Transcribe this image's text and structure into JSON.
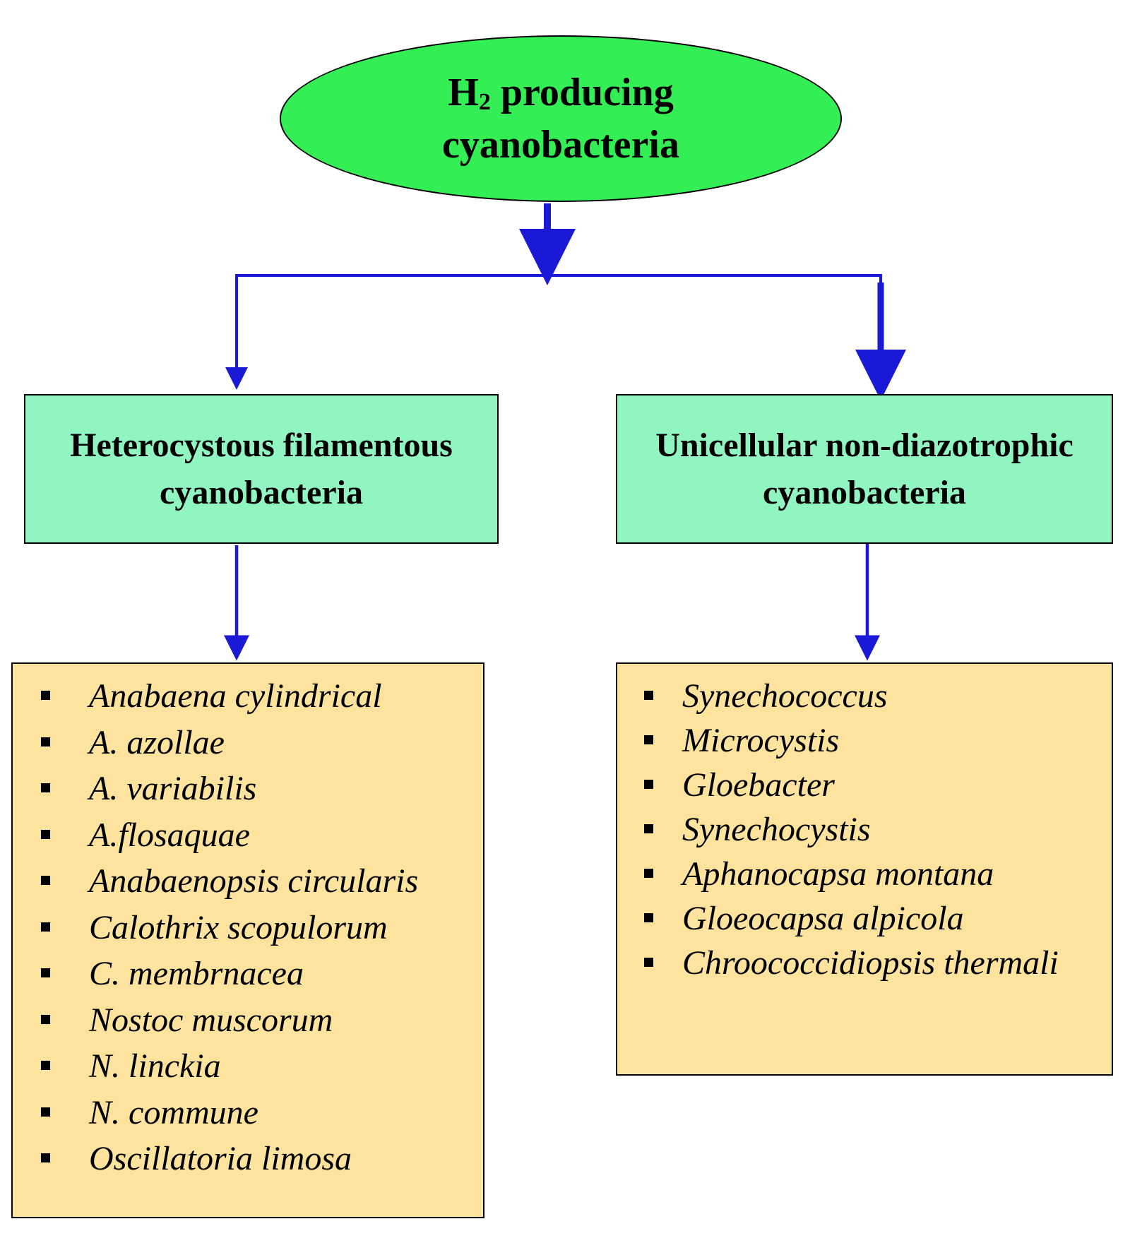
{
  "root": {
    "line1_prefix": "H",
    "line1_subscript": "2",
    "line1_suffix": " producing",
    "line2": "cyanobacteria"
  },
  "categories": [
    {
      "label": "Heterocystous filamentous cyanobacteria",
      "species": [
        "Anabaena cylindrical",
        "A. azollae",
        "A. variabilis",
        "A.flosaquae",
        "Anabaenopsis circularis",
        "Calothrix scopulorum",
        "C. membrnacea",
        "Nostoc muscorum",
        "N. linckia",
        "N. commune",
        "Oscillatoria limosa"
      ]
    },
    {
      "label": "Unicellular non-diazotrophic cyanobacteria",
      "species": [
        "Synechococcus",
        "Microcystis",
        "Gloebacter",
        "Synechocystis",
        "Aphanocapsa montana",
        "Gloeocapsa alpicola",
        "Chroococcidiopsis thermali"
      ]
    }
  ],
  "colors": {
    "root_fill": "#33ee55",
    "category_fill": "#90f5c0",
    "species_fill": "#fde39d",
    "connector": "#1a1ad6"
  }
}
